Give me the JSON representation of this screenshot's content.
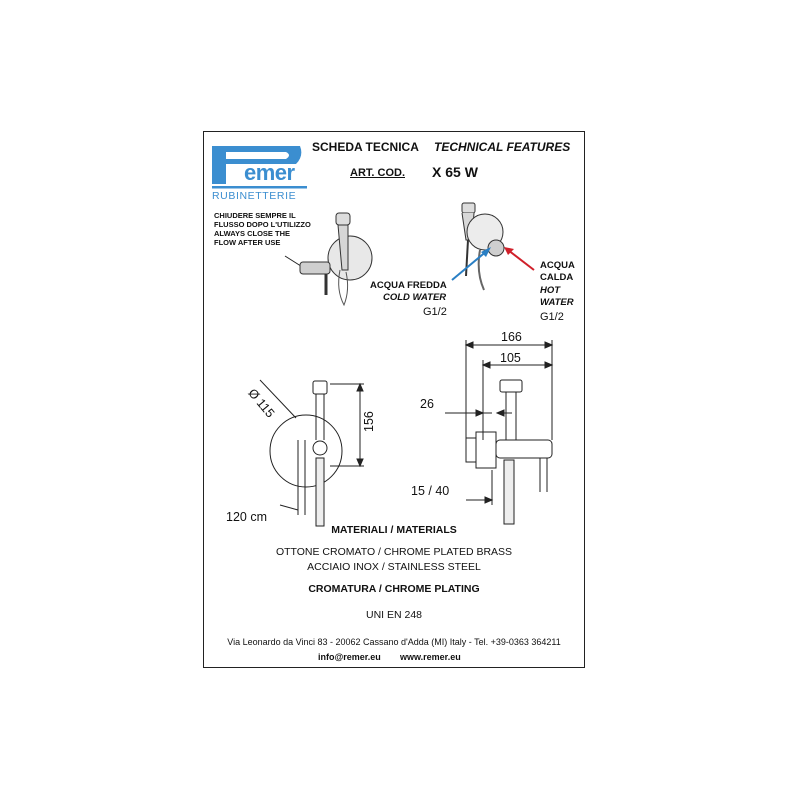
{
  "brand": {
    "logo_text": "emer",
    "subtitle": "RUBINETTERIE",
    "color": "#3b8ed0"
  },
  "header": {
    "title_it": "SCHEDA TECNICA",
    "title_en": "TECHNICAL FEATURES",
    "art_label": "ART. COD.",
    "art_code": "X 65 W"
  },
  "warning": {
    "line1": "CHIUDERE SEMPRE IL",
    "line2": "FLUSSO DOPO L'UTILIZZO",
    "line3": "ALWAYS CLOSE THE",
    "line4": "FLOW AFTER  USE"
  },
  "connections": {
    "cold_it": "ACQUA FREDDA",
    "cold_en": "COLD WATER",
    "cold_size": "G1/2",
    "hot_it1": "ACQUA",
    "hot_it2": "CALDA",
    "hot_en1": "HOT",
    "hot_en2": "WATER",
    "hot_size": "G1/2",
    "cold_arrow_color": "#2a7fc4",
    "hot_arrow_color": "#d0202a"
  },
  "dimensions": {
    "diameter": "Ø 115",
    "height": "156",
    "hose": "120 cm",
    "width_total": "166",
    "width_inner": "105",
    "depth": "26",
    "offset": "15 / 40"
  },
  "materials": {
    "heading": "MATERIALI / MATERIALS",
    "line1": "OTTONE CROMATO / CHROME PLATED BRASS",
    "line2": "ACCIAIO INOX / STAINLESS STEEL",
    "plating_heading": "CROMATURA / CHROME PLATING",
    "standard": "UNI EN 248"
  },
  "footer": {
    "address": "Via Leonardo da Vinci 83 - 20062 Cassano d'Adda (MI) Italy - Tel. +39-0363 364211",
    "email": "info@remer.eu",
    "website": "www.remer.eu"
  }
}
